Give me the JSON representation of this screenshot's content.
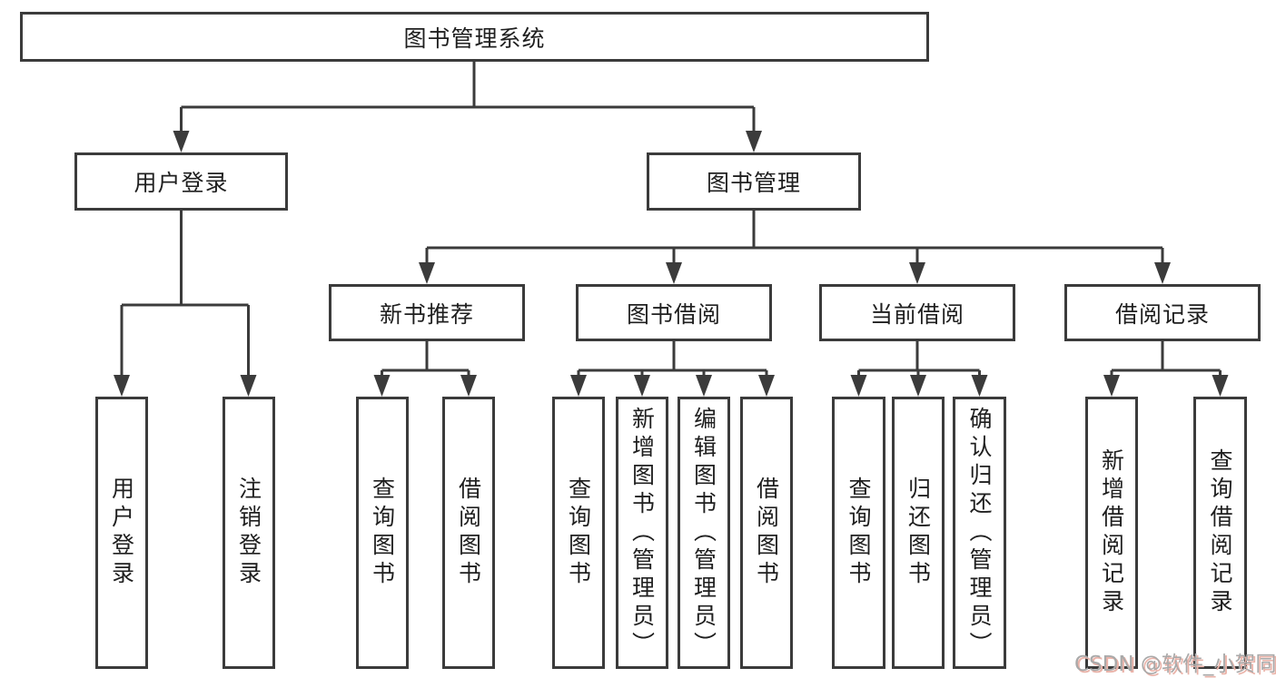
{
  "diagram": {
    "title": "图书管理系统",
    "nodes": {
      "root": "图书管理系统",
      "user_login": "用户登录",
      "book_management": "图书管理",
      "new_book_recommend": "新书推荐",
      "book_borrow": "图书借阅",
      "current_borrow": "当前借阅",
      "borrow_records": "借阅记录",
      "leaf_user_login": "用户登录",
      "leaf_logout": "注销登录",
      "leaf_nb_query": "查询图书",
      "leaf_nb_borrow": "借阅图书",
      "leaf_bb_query": "查询图书",
      "leaf_bb_add": "新增图书（管理员）",
      "leaf_bb_edit": "编辑图书（管理员）",
      "leaf_bb_borrow": "借阅图书",
      "leaf_cb_query": "查询图书",
      "leaf_cb_return": "归还图书",
      "leaf_cb_confirm": "确认归还（管理员）",
      "leaf_br_add": "新增借阅记录",
      "leaf_br_query": "查询借阅记录"
    },
    "watermark": "CSDN @软件_小贺同学"
  },
  "colors": {
    "line": "#3b3b3b",
    "text": "#1f1f1f",
    "background": "#ffffff",
    "watermark": "#a9a9a9",
    "watermark_shadow": "#eab3a9"
  }
}
